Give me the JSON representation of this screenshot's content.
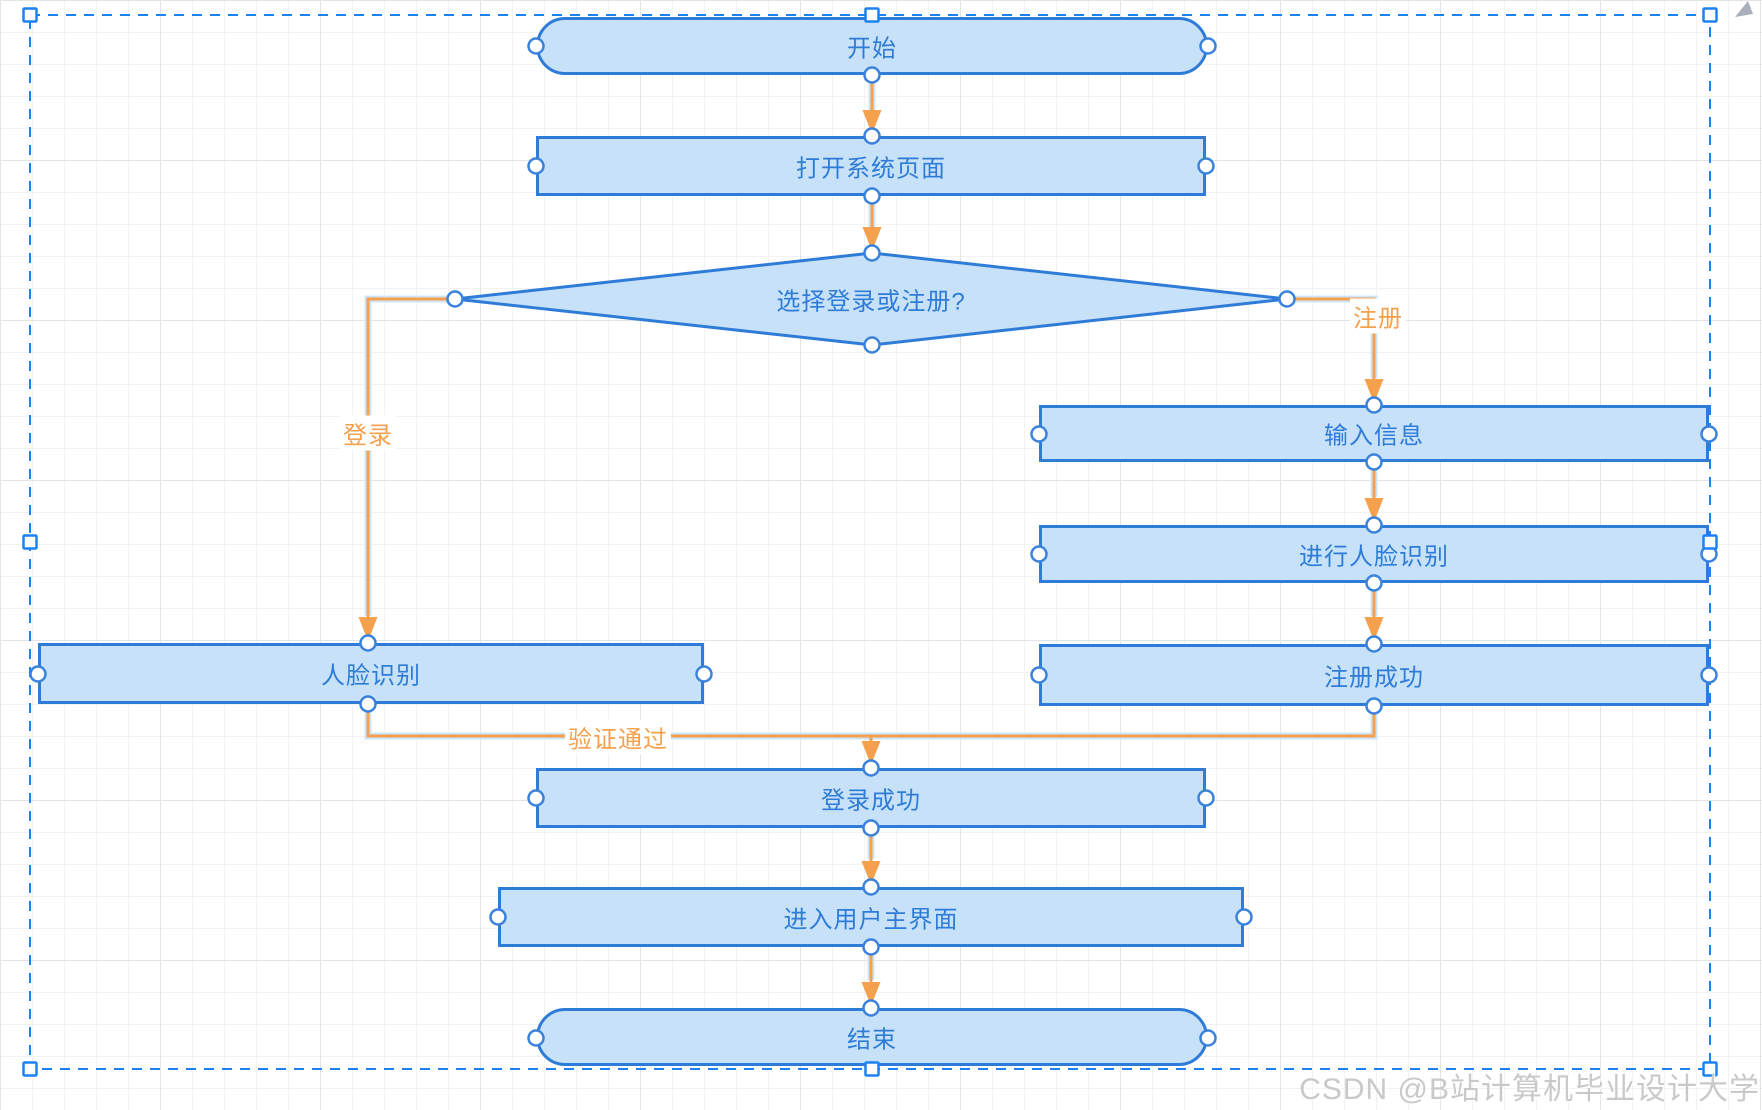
{
  "app": {
    "watermark": "CSDN @B站计算机毕业设计大学"
  },
  "colors": {
    "node_fill": "#c6e1f8",
    "node_border": "#2e7cd7",
    "node_text": "#2e7cd7",
    "edge_orange": "#f5a04c",
    "selection_blue": "#1b82f2",
    "connector_ring": "#3b82db",
    "grid_minor": "#f2f2f2",
    "grid_major": "#e4e4e4",
    "watermark_gray": "#c9c9c9"
  },
  "nodes": [
    {
      "id": "start",
      "type": "terminator",
      "label": "开始"
    },
    {
      "id": "open-system-page",
      "type": "process",
      "label": "打开系统页面"
    },
    {
      "id": "choose-login-register",
      "type": "decision",
      "label": "选择登录或注册?"
    },
    {
      "id": "input-info",
      "type": "process",
      "label": "输入信息"
    },
    {
      "id": "perform-face-recognition",
      "type": "process",
      "label": "进行人脸识别"
    },
    {
      "id": "register-success",
      "type": "process",
      "label": "注册成功"
    },
    {
      "id": "face-recognition",
      "type": "process",
      "label": "人脸识别"
    },
    {
      "id": "login-success",
      "type": "process",
      "label": "登录成功"
    },
    {
      "id": "enter-user-main-ui",
      "type": "process",
      "label": "进入用户主界面"
    },
    {
      "id": "end",
      "type": "terminator",
      "label": "结束"
    }
  ],
  "edge_labels": [
    {
      "id": "login",
      "label": "登录"
    },
    {
      "id": "register",
      "label": "注册"
    },
    {
      "id": "verify-pass",
      "label": "验证通过"
    }
  ]
}
